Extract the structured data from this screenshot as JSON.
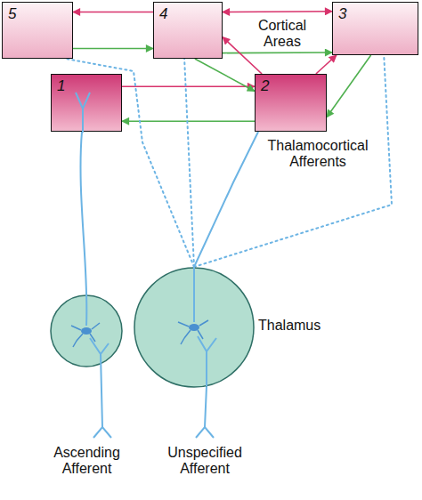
{
  "diagram": {
    "nodes": [
      {
        "text": [
          "5"
        ]
      },
      {
        "text": [
          "4"
        ]
      },
      {
        "text": [
          "3"
        ]
      },
      {
        "text": [
          "1"
        ]
      },
      {
        "text": [
          "2"
        ]
      },
      {
        "text": [
          "Thalamus"
        ]
      }
    ],
    "edges": [
      {
        "from": 1,
        "to": 0,
        "arrow": "to"
      },
      {
        "from": 0,
        "to": 1,
        "arrow": "to"
      },
      {
        "from": 1,
        "to": 2,
        "arrow": "both"
      },
      {
        "from": 1,
        "to": 2,
        "arrow": "to"
      },
      {
        "from": 3,
        "to": 4,
        "arrow": "to"
      },
      {
        "from": 4,
        "to": 3,
        "arrow": "to"
      },
      {
        "from": 4,
        "to": 1,
        "arrow": "to"
      },
      {
        "from": 1,
        "to": 4,
        "arrow": "to"
      },
      {
        "from": 4,
        "to": 2,
        "arrow": "to"
      },
      {
        "from": 2,
        "to": 4,
        "arrow": "to"
      },
      {
        "from": 5,
        "to": 4,
        "arrow": "none"
      },
      {
        "from": 5,
        "to": 0,
        "arrow": "none"
      },
      {
        "from": 5,
        "to": 1,
        "arrow": "none"
      },
      {
        "from": 5,
        "to": 2,
        "arrow": "none"
      }
    ],
    "labels": [
      "Cortical Areas",
      "Thalamocortical Afferents",
      "Ascending Afferent",
      "Unspecified Afferent"
    ]
  }
}
